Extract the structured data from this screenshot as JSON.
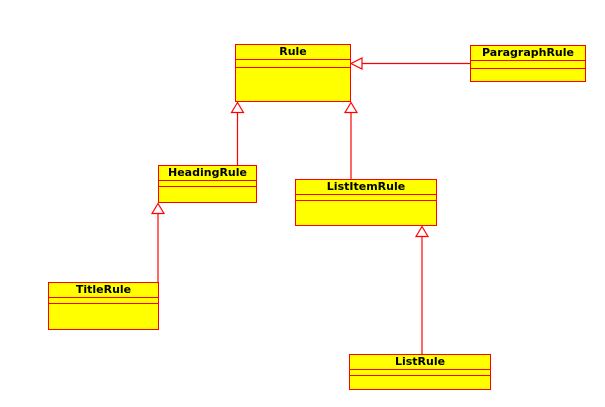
{
  "diagram": {
    "type": "uml-class-diagram",
    "classes": [
      {
        "name": "Rule"
      },
      {
        "name": "ParagraphRule"
      },
      {
        "name": "HeadingRule"
      },
      {
        "name": "ListItemRule"
      },
      {
        "name": "TitleRule"
      },
      {
        "name": "ListRule"
      }
    ],
    "relationships": [
      {
        "type": "generalization",
        "from": "ParagraphRule",
        "to": "Rule"
      },
      {
        "type": "generalization",
        "from": "HeadingRule",
        "to": "Rule"
      },
      {
        "type": "generalization",
        "from": "ListItemRule",
        "to": "Rule"
      },
      {
        "type": "generalization",
        "from": "TitleRule",
        "to": "HeadingRule"
      },
      {
        "type": "generalization",
        "from": "ListRule",
        "to": "ListItemRule"
      }
    ]
  },
  "colors": {
    "class_fill": "#ffff00",
    "class_border": "#ff0000",
    "connector": "#ff0000",
    "class_name_text": "#000000",
    "background": "#ffffff"
  }
}
